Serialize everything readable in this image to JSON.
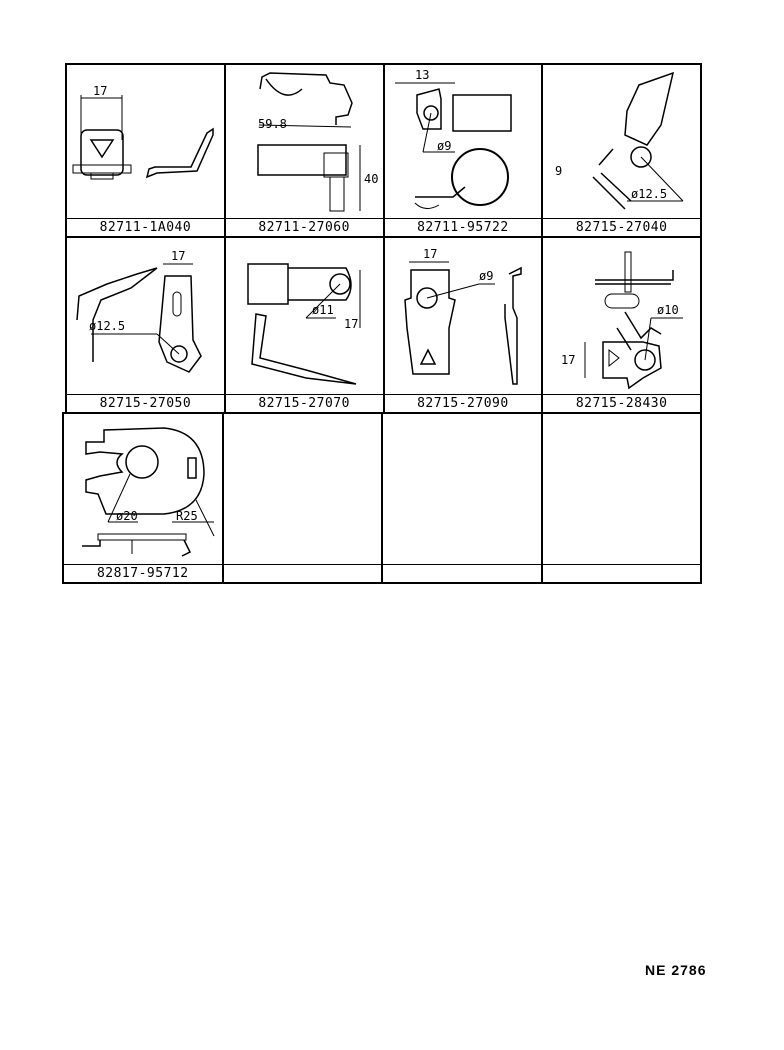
{
  "parts": [
    {
      "part_number": "82711-1A040",
      "dims": [
        "17"
      ]
    },
    {
      "part_number": "82711-27060",
      "dims": [
        "59.8",
        "40"
      ]
    },
    {
      "part_number": "82711-95722",
      "dims": [
        "13",
        "ø9"
      ]
    },
    {
      "part_number": "82715-27040",
      "dims": [
        "9",
        "ø12.5"
      ]
    },
    {
      "part_number": "82715-27050",
      "dims": [
        "17",
        "ø12.5"
      ]
    },
    {
      "part_number": "82715-27070",
      "dims": [
        "ø11",
        "17"
      ]
    },
    {
      "part_number": "82715-27090",
      "dims": [
        "17",
        "ø9"
      ]
    },
    {
      "part_number": "82715-28430",
      "dims": [
        "ø10",
        "17"
      ]
    },
    {
      "part_number": "82817-95712",
      "dims": [
        "ø20",
        "R25"
      ]
    },
    {
      "part_number": "",
      "dims": []
    },
    {
      "part_number": "",
      "dims": []
    },
    {
      "part_number": "",
      "dims": []
    }
  ],
  "footer": {
    "code": "NE 2786"
  }
}
